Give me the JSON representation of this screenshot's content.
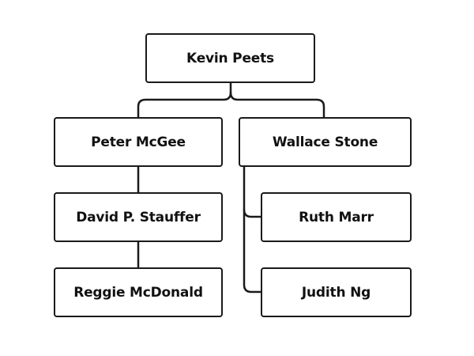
{
  "org_chart": {
    "root": {
      "name": "Kevin Peets"
    },
    "left_branch": {
      "head": "Peter McGee",
      "reports": [
        "David P. Stauffer",
        "Reggie McDonald"
      ]
    },
    "right_branch": {
      "head": "Wallace Stone",
      "reports": [
        "Ruth Marr",
        "Judith Ng"
      ]
    }
  },
  "colors": {
    "line": "#1a1a1a",
    "box_fill": "#ffffff",
    "text": "#111111"
  }
}
